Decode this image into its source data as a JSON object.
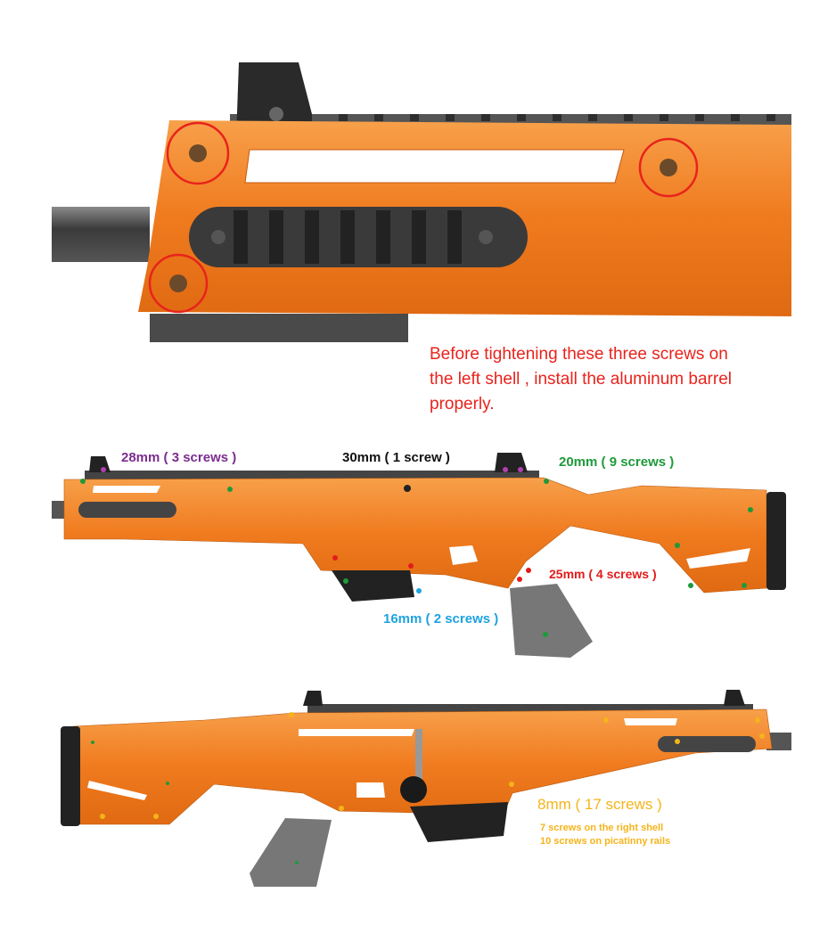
{
  "note": {
    "lines": [
      "Before tightening these three screws on",
      "the left shell , install the aluminum barrel",
      "properly."
    ]
  },
  "labels": {
    "l28": {
      "text": "28mm ( 3 screws )",
      "color": "#7b2d8e"
    },
    "l30": {
      "text": "30mm ( 1 screw )",
      "color": "#111111"
    },
    "l20": {
      "text": "20mm ( 9 screws )",
      "color": "#1f9a3a"
    },
    "l25": {
      "text": "25mm ( 4 screws )",
      "color": "#e31b1b"
    },
    "l16": {
      "text": "16mm ( 2 screws )",
      "color": "#1ea3e0"
    },
    "l8": {
      "text": "8mm ( 17 screws )",
      "color": "#f5b41a"
    }
  },
  "sub_notes": [
    "7 screws on the right shell",
    "10 screws on picatinny rails"
  ],
  "colors": {
    "orange": "#f07a1e",
    "dark": "#2b2b2b",
    "highlight": "#e8231c"
  }
}
